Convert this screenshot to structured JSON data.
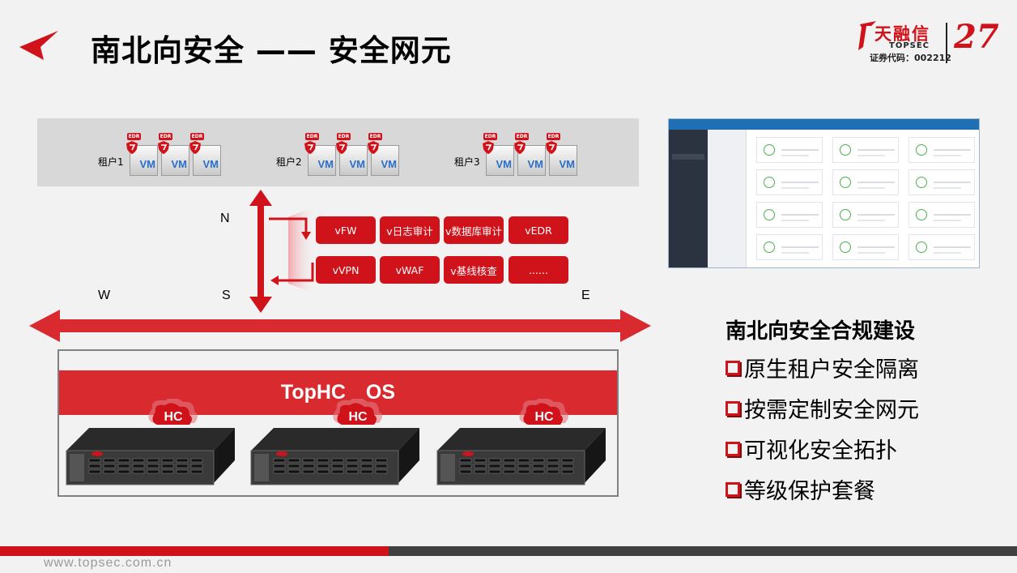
{
  "header": {
    "title": "南北向安全 —— 安全网元",
    "logo": {
      "brand": "天融信",
      "english": "TOPSEC",
      "stock_code": "证券代码：002212",
      "years": "27"
    }
  },
  "tenants": [
    {
      "label": "租户1",
      "vm_label": "VM",
      "badge": "EDR"
    },
    {
      "label": "租户2",
      "vm_label": "VM",
      "badge": "EDR"
    },
    {
      "label": "租户3",
      "vm_label": "VM",
      "badge": "EDR"
    }
  ],
  "directions": {
    "north": "N",
    "south": "S",
    "west": "W",
    "east": "E"
  },
  "network_functions": {
    "row1": [
      "vFW",
      "v日志审计",
      "v数据库审计",
      "vEDR"
    ],
    "row2": [
      "vVPN",
      "vWAF",
      "v基线核查",
      "......"
    ]
  },
  "platform": {
    "os_label": "TopHC OS",
    "node_badge": "HC"
  },
  "feature_list": {
    "title": "南北向安全合规建设",
    "items": [
      "原生租户安全隔离",
      "按需定制安全网元",
      "可视化安全拓扑",
      "等级保护套餐"
    ]
  },
  "footer": {
    "url": "www.topsec.com.cn"
  },
  "colors": {
    "accent": "#d0121b",
    "band": "#d82a2f",
    "dark": "#404040",
    "panel": "#d8d8d8"
  }
}
